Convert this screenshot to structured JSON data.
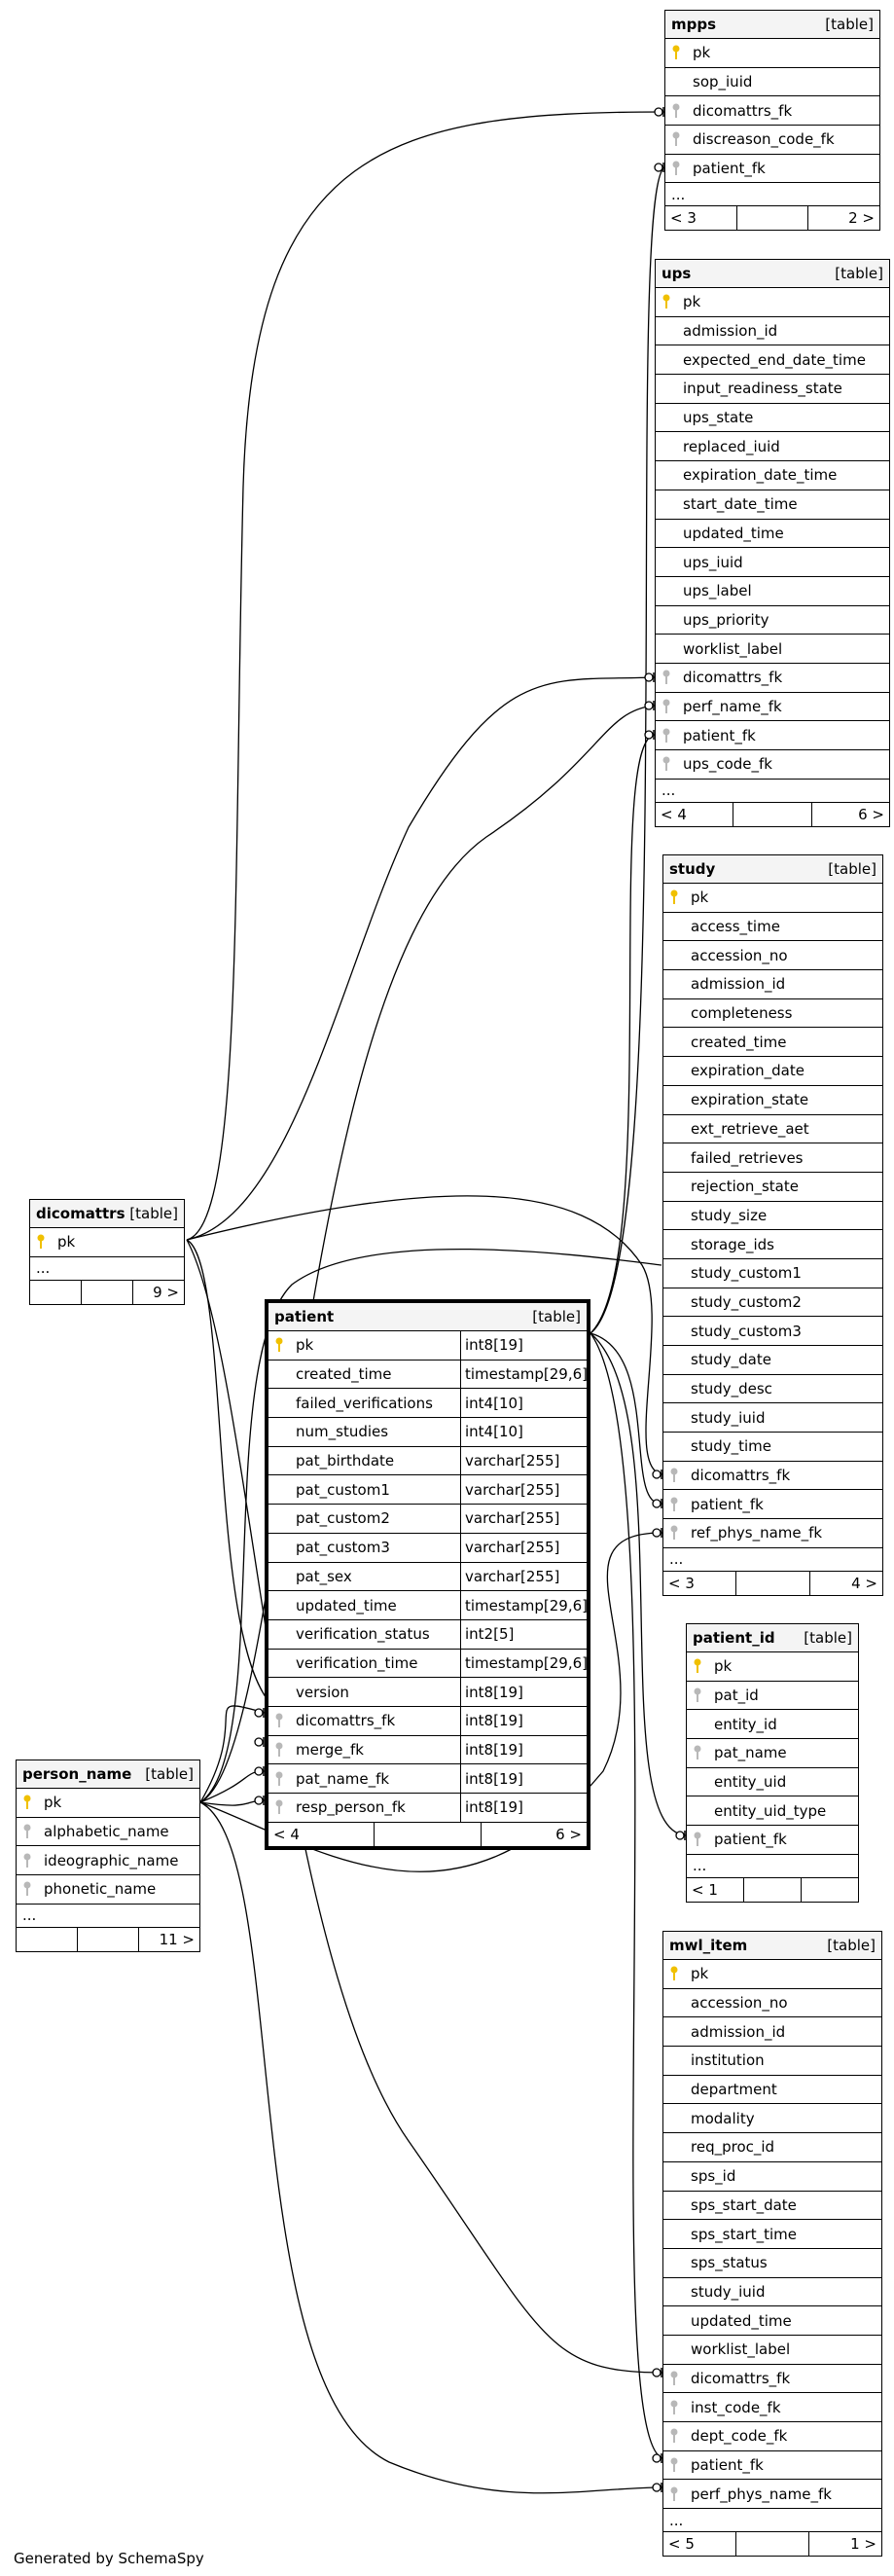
{
  "footer": "Generated by SchemaSpy",
  "tag": "[table]",
  "ellipsis": "...",
  "colors": {
    "pk_key": "#f0c000",
    "fk_key": "#b8b8b8",
    "header_bg": "#f4f4f4"
  },
  "tables": {
    "mpps": {
      "name": "mpps",
      "rows": [
        "pk",
        "sop_iuid",
        "dicomattrs_fk",
        "discreason_code_fk",
        "patient_fk"
      ],
      "keys": [
        "pk",
        "none",
        "fk",
        "fk",
        "fk"
      ],
      "nav_left": "< 3",
      "nav_right": "2 >"
    },
    "ups": {
      "name": "ups",
      "rows": [
        "pk",
        "admission_id",
        "expected_end_date_time",
        "input_readiness_state",
        "ups_state",
        "replaced_iuid",
        "expiration_date_time",
        "start_date_time",
        "updated_time",
        "ups_iuid",
        "ups_label",
        "ups_priority",
        "worklist_label",
        "dicomattrs_fk",
        "perf_name_fk",
        "patient_fk",
        "ups_code_fk"
      ],
      "keys": [
        "pk",
        "none",
        "none",
        "none",
        "none",
        "none",
        "none",
        "none",
        "none",
        "none",
        "none",
        "none",
        "none",
        "fk",
        "fk",
        "fk",
        "fk"
      ],
      "nav_left": "< 4",
      "nav_right": "6 >"
    },
    "study": {
      "name": "study",
      "rows": [
        "pk",
        "access_time",
        "accession_no",
        "admission_id",
        "completeness",
        "created_time",
        "expiration_date",
        "expiration_state",
        "ext_retrieve_aet",
        "failed_retrieves",
        "rejection_state",
        "study_size",
        "storage_ids",
        "study_custom1",
        "study_custom2",
        "study_custom3",
        "study_date",
        "study_desc",
        "study_iuid",
        "study_time",
        "dicomattrs_fk",
        "patient_fk",
        "ref_phys_name_fk"
      ],
      "keys": [
        "pk",
        "none",
        "none",
        "none",
        "none",
        "none",
        "none",
        "none",
        "none",
        "none",
        "none",
        "none",
        "none",
        "none",
        "none",
        "none",
        "none",
        "none",
        "none",
        "none",
        "fk",
        "fk",
        "fk"
      ],
      "nav_left": "< 3",
      "nav_right": "4 >"
    },
    "dicomattrs": {
      "name": "dicomattrs",
      "rows": [
        "pk"
      ],
      "keys": [
        "pk"
      ],
      "nav_left": "",
      "nav_right": "9 >"
    },
    "patient": {
      "name": "patient",
      "rows": [
        "pk",
        "created_time",
        "failed_verifications",
        "num_studies",
        "pat_birthdate",
        "pat_custom1",
        "pat_custom2",
        "pat_custom3",
        "pat_sex",
        "updated_time",
        "verification_status",
        "verification_time",
        "version",
        "dicomattrs_fk",
        "merge_fk",
        "pat_name_fk",
        "resp_person_fk"
      ],
      "types": [
        "int8[19]",
        "timestamp[29,6]",
        "int4[10]",
        "int4[10]",
        "varchar[255]",
        "varchar[255]",
        "varchar[255]",
        "varchar[255]",
        "varchar[255]",
        "timestamp[29,6]",
        "int2[5]",
        "timestamp[29,6]",
        "int8[19]",
        "int8[19]",
        "int8[19]",
        "int8[19]",
        "int8[19]"
      ],
      "keys": [
        "pk",
        "none",
        "none",
        "none",
        "none",
        "none",
        "none",
        "none",
        "none",
        "none",
        "none",
        "none",
        "none",
        "fk",
        "fk",
        "fk",
        "fk"
      ],
      "nav_left": "< 4",
      "nav_right": "6 >"
    },
    "patient_id": {
      "name": "patient_id",
      "rows": [
        "pk",
        "pat_id",
        "entity_id",
        "pat_name",
        "entity_uid",
        "entity_uid_type",
        "patient_fk"
      ],
      "keys": [
        "pk",
        "fk",
        "none",
        "fk",
        "none",
        "none",
        "fk"
      ],
      "nav_left": "< 1",
      "nav_right": ""
    },
    "person_name": {
      "name": "person_name",
      "rows": [
        "pk",
        "alphabetic_name",
        "ideographic_name",
        "phonetic_name"
      ],
      "keys": [
        "pk",
        "fk",
        "fk",
        "fk"
      ],
      "nav_left": "",
      "nav_right": "11 >"
    },
    "mwl_item": {
      "name": "mwl_item",
      "rows": [
        "pk",
        "accession_no",
        "admission_id",
        "institution",
        "department",
        "modality",
        "req_proc_id",
        "sps_id",
        "sps_start_date",
        "sps_start_time",
        "sps_status",
        "study_iuid",
        "updated_time",
        "worklist_label",
        "dicomattrs_fk",
        "inst_code_fk",
        "dept_code_fk",
        "patient_fk",
        "perf_phys_name_fk"
      ],
      "keys": [
        "pk",
        "none",
        "none",
        "none",
        "none",
        "none",
        "none",
        "none",
        "none",
        "none",
        "none",
        "none",
        "none",
        "none",
        "fk",
        "fk",
        "fk",
        "fk",
        "fk"
      ],
      "nav_left": "< 5",
      "nav_right": "1 >"
    }
  }
}
